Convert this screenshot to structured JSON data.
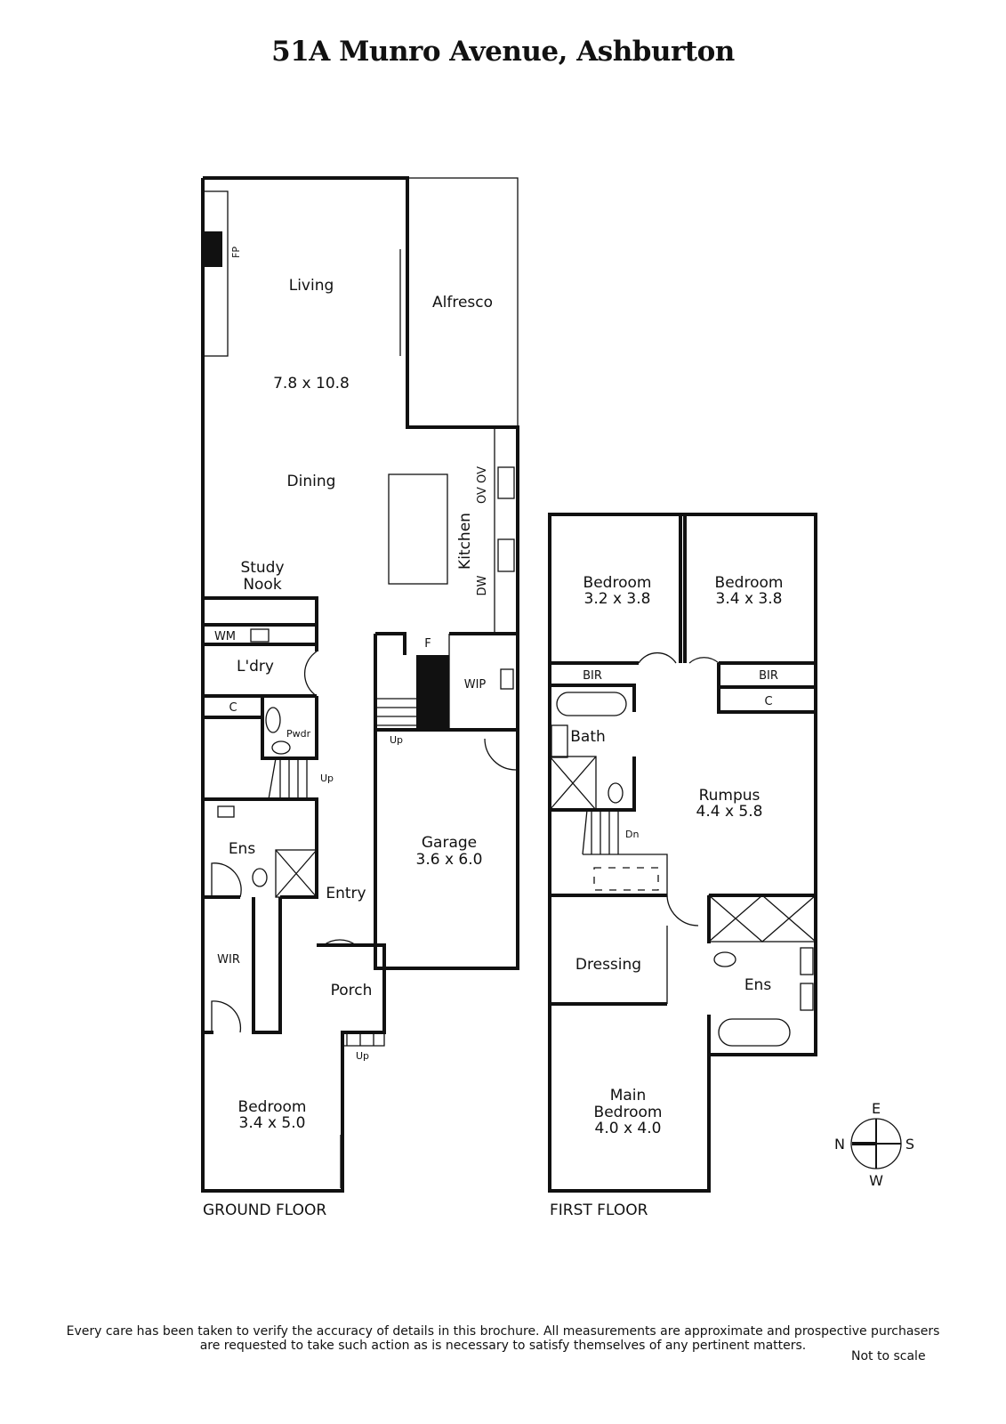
{
  "title": "51A Munro Avenue, Ashburton",
  "ground_floor": {
    "label": "GROUND FLOOR",
    "rooms": {
      "fp": "FP",
      "living": "Living",
      "living_dims": "7.8 x 10.8",
      "alfresco": "Alfresco",
      "dining": "Dining",
      "kitchen": "Kitchen",
      "ov": "OV OV",
      "dw": "DW",
      "study_1": "Study",
      "study_2": "Nook",
      "wm": "WM",
      "laundry": "L'dry",
      "c": "C",
      "pwdr": "Pwdr",
      "f": "F",
      "wip": "WIP",
      "up": "Up",
      "garage": "Garage",
      "garage_dims": "3.6 x 6.0",
      "ens": "Ens",
      "entry": "Entry",
      "wir": "WIR",
      "porch": "Porch",
      "bedroom": "Bedroom",
      "bedroom_dims": "3.4 x 5.0"
    }
  },
  "first_floor": {
    "label": "FIRST FLOOR",
    "rooms": {
      "bedroom": "Bedroom",
      "bed2_dims": "3.2 x 3.8",
      "bed3_dims": "3.4 x 3.8",
      "bir": "BIR",
      "c": "C",
      "bath": "Bath",
      "rumpus": "Rumpus",
      "rumpus_dims": "4.4 x 5.8",
      "dn": "Dn",
      "dressing": "Dressing",
      "ens": "Ens",
      "main_1": "Main",
      "main_2": "Bedroom",
      "main_dims": "4.0 x 4.0"
    }
  },
  "compass": {
    "n": "N",
    "e": "E",
    "s": "S",
    "w": "W"
  },
  "disclaimer_1": "Every care has been taken to verify the accuracy of details in this brochure.  All measurements are approximate and prospective purchasers",
  "disclaimer_2": "are requested to take such action as is necessary to satisfy themselves of any pertinent matters.",
  "not_to_scale": "Not to scale"
}
